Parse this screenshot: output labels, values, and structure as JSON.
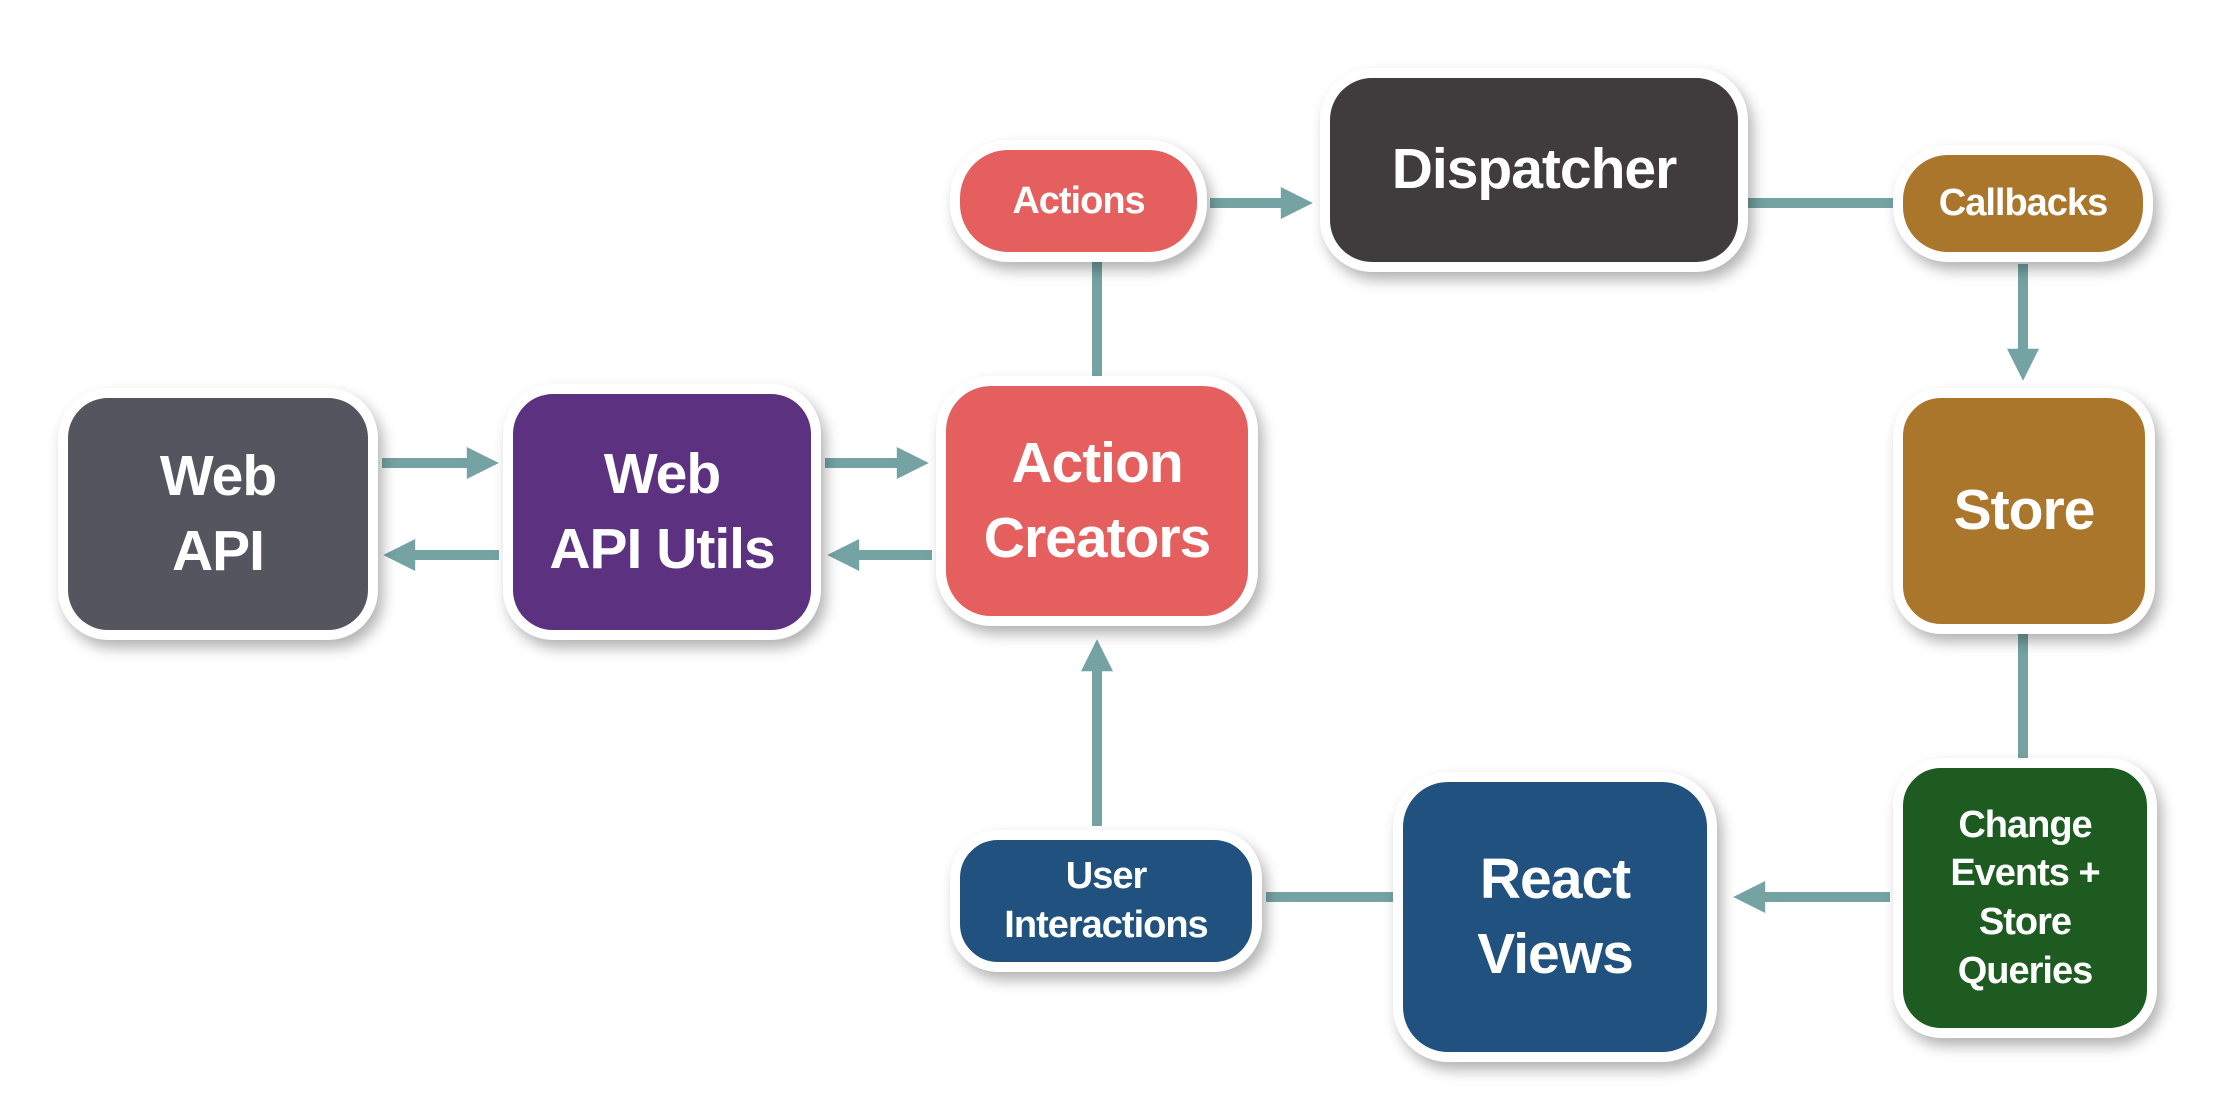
{
  "nodes": {
    "web_api": {
      "label": "Web\nAPI",
      "color": "#54555e"
    },
    "web_api_utils": {
      "label": "Web\nAPI Utils",
      "color": "#5b3180"
    },
    "action_creators": {
      "label": "Action\nCreators",
      "color": "#e55f5f"
    },
    "actions": {
      "label": "Actions",
      "color": "#e55f5f"
    },
    "dispatcher": {
      "label": "Dispatcher",
      "color": "#403c3d"
    },
    "callbacks": {
      "label": "Callbacks",
      "color": "#a9762b"
    },
    "store": {
      "label": "Store",
      "color": "#a9762b"
    },
    "change_events": {
      "label": "Change\nEvents +\nStore\nQueries",
      "color": "#1d5b21"
    },
    "react_views": {
      "label": "React\nViews",
      "color": "#20517f"
    },
    "user_interactions": {
      "label": "User\nInteractions",
      "color": "#20517f"
    }
  },
  "edges": [
    {
      "from": "web_api",
      "to": "web_api_utils",
      "arrow": true
    },
    {
      "from": "web_api_utils",
      "to": "web_api",
      "arrow": true
    },
    {
      "from": "web_api_utils",
      "to": "action_creators",
      "arrow": true
    },
    {
      "from": "action_creators",
      "to": "web_api_utils",
      "arrow": true
    },
    {
      "from": "action_creators",
      "to": "actions",
      "arrow": false
    },
    {
      "from": "actions",
      "to": "dispatcher",
      "arrow": true
    },
    {
      "from": "dispatcher",
      "to": "callbacks",
      "arrow": false
    },
    {
      "from": "callbacks",
      "to": "store",
      "arrow": true
    },
    {
      "from": "store",
      "to": "change_events",
      "arrow": false
    },
    {
      "from": "change_events",
      "to": "react_views",
      "arrow": true
    },
    {
      "from": "react_views",
      "to": "user_interactions",
      "arrow": false
    },
    {
      "from": "user_interactions",
      "to": "action_creators",
      "arrow": true
    }
  ],
  "connector_color": "#75a3a4"
}
